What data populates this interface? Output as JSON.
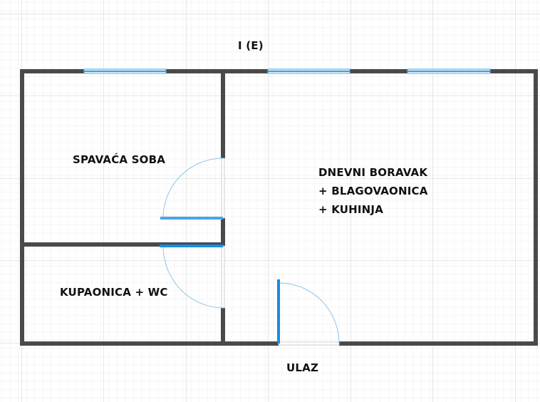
{
  "plan": {
    "orientation_label": "I (E)",
    "rooms": {
      "bedroom": "SPAVAĆA SOBA",
      "living_line1": "DNEVNI BORAVAK",
      "living_line2": "+ BLAGOVAONICA",
      "living_line3": "+ KUHINJA",
      "bathroom": "KUPAONICA + WC",
      "entrance": "ULAZ"
    },
    "colors": {
      "wall": "#4a4a4a",
      "window": "#5bb4e5",
      "door": "#1a8be0",
      "arc": "#8cc8e8",
      "grid_minor": "#ececec",
      "grid_major": "#cfcfcf"
    }
  }
}
